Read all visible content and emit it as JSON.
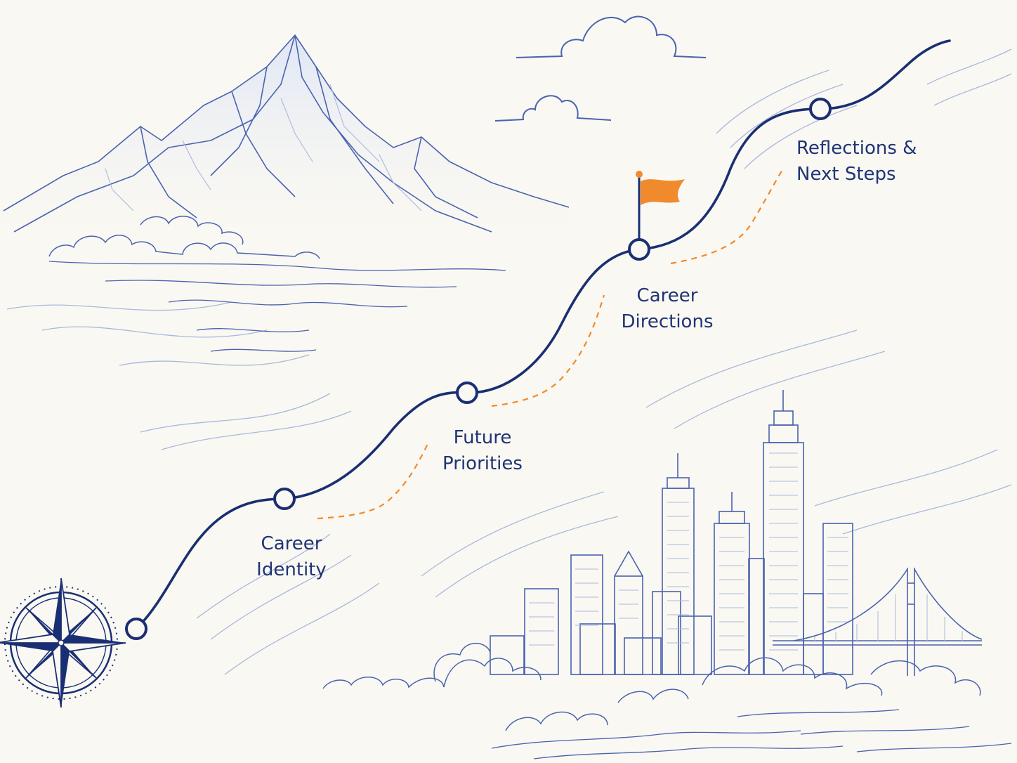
{
  "colors": {
    "background": "#faf8f2",
    "path": "#1a2f73",
    "sketch": "#4a63b0",
    "sketch_light": "#a9b8dd",
    "accent": "#f08a2c",
    "label": "#1f3476"
  },
  "stages": [
    {
      "line1": "Career",
      "line2": "Identity"
    },
    {
      "line1": "Future",
      "line2": "Priorities"
    },
    {
      "line1": "Career",
      "line2": "Directions"
    },
    {
      "line1": "Reflections &",
      "line2": "Next Steps"
    }
  ],
  "icons": {
    "start": "compass-rose-icon",
    "milestone": "flag-icon"
  }
}
